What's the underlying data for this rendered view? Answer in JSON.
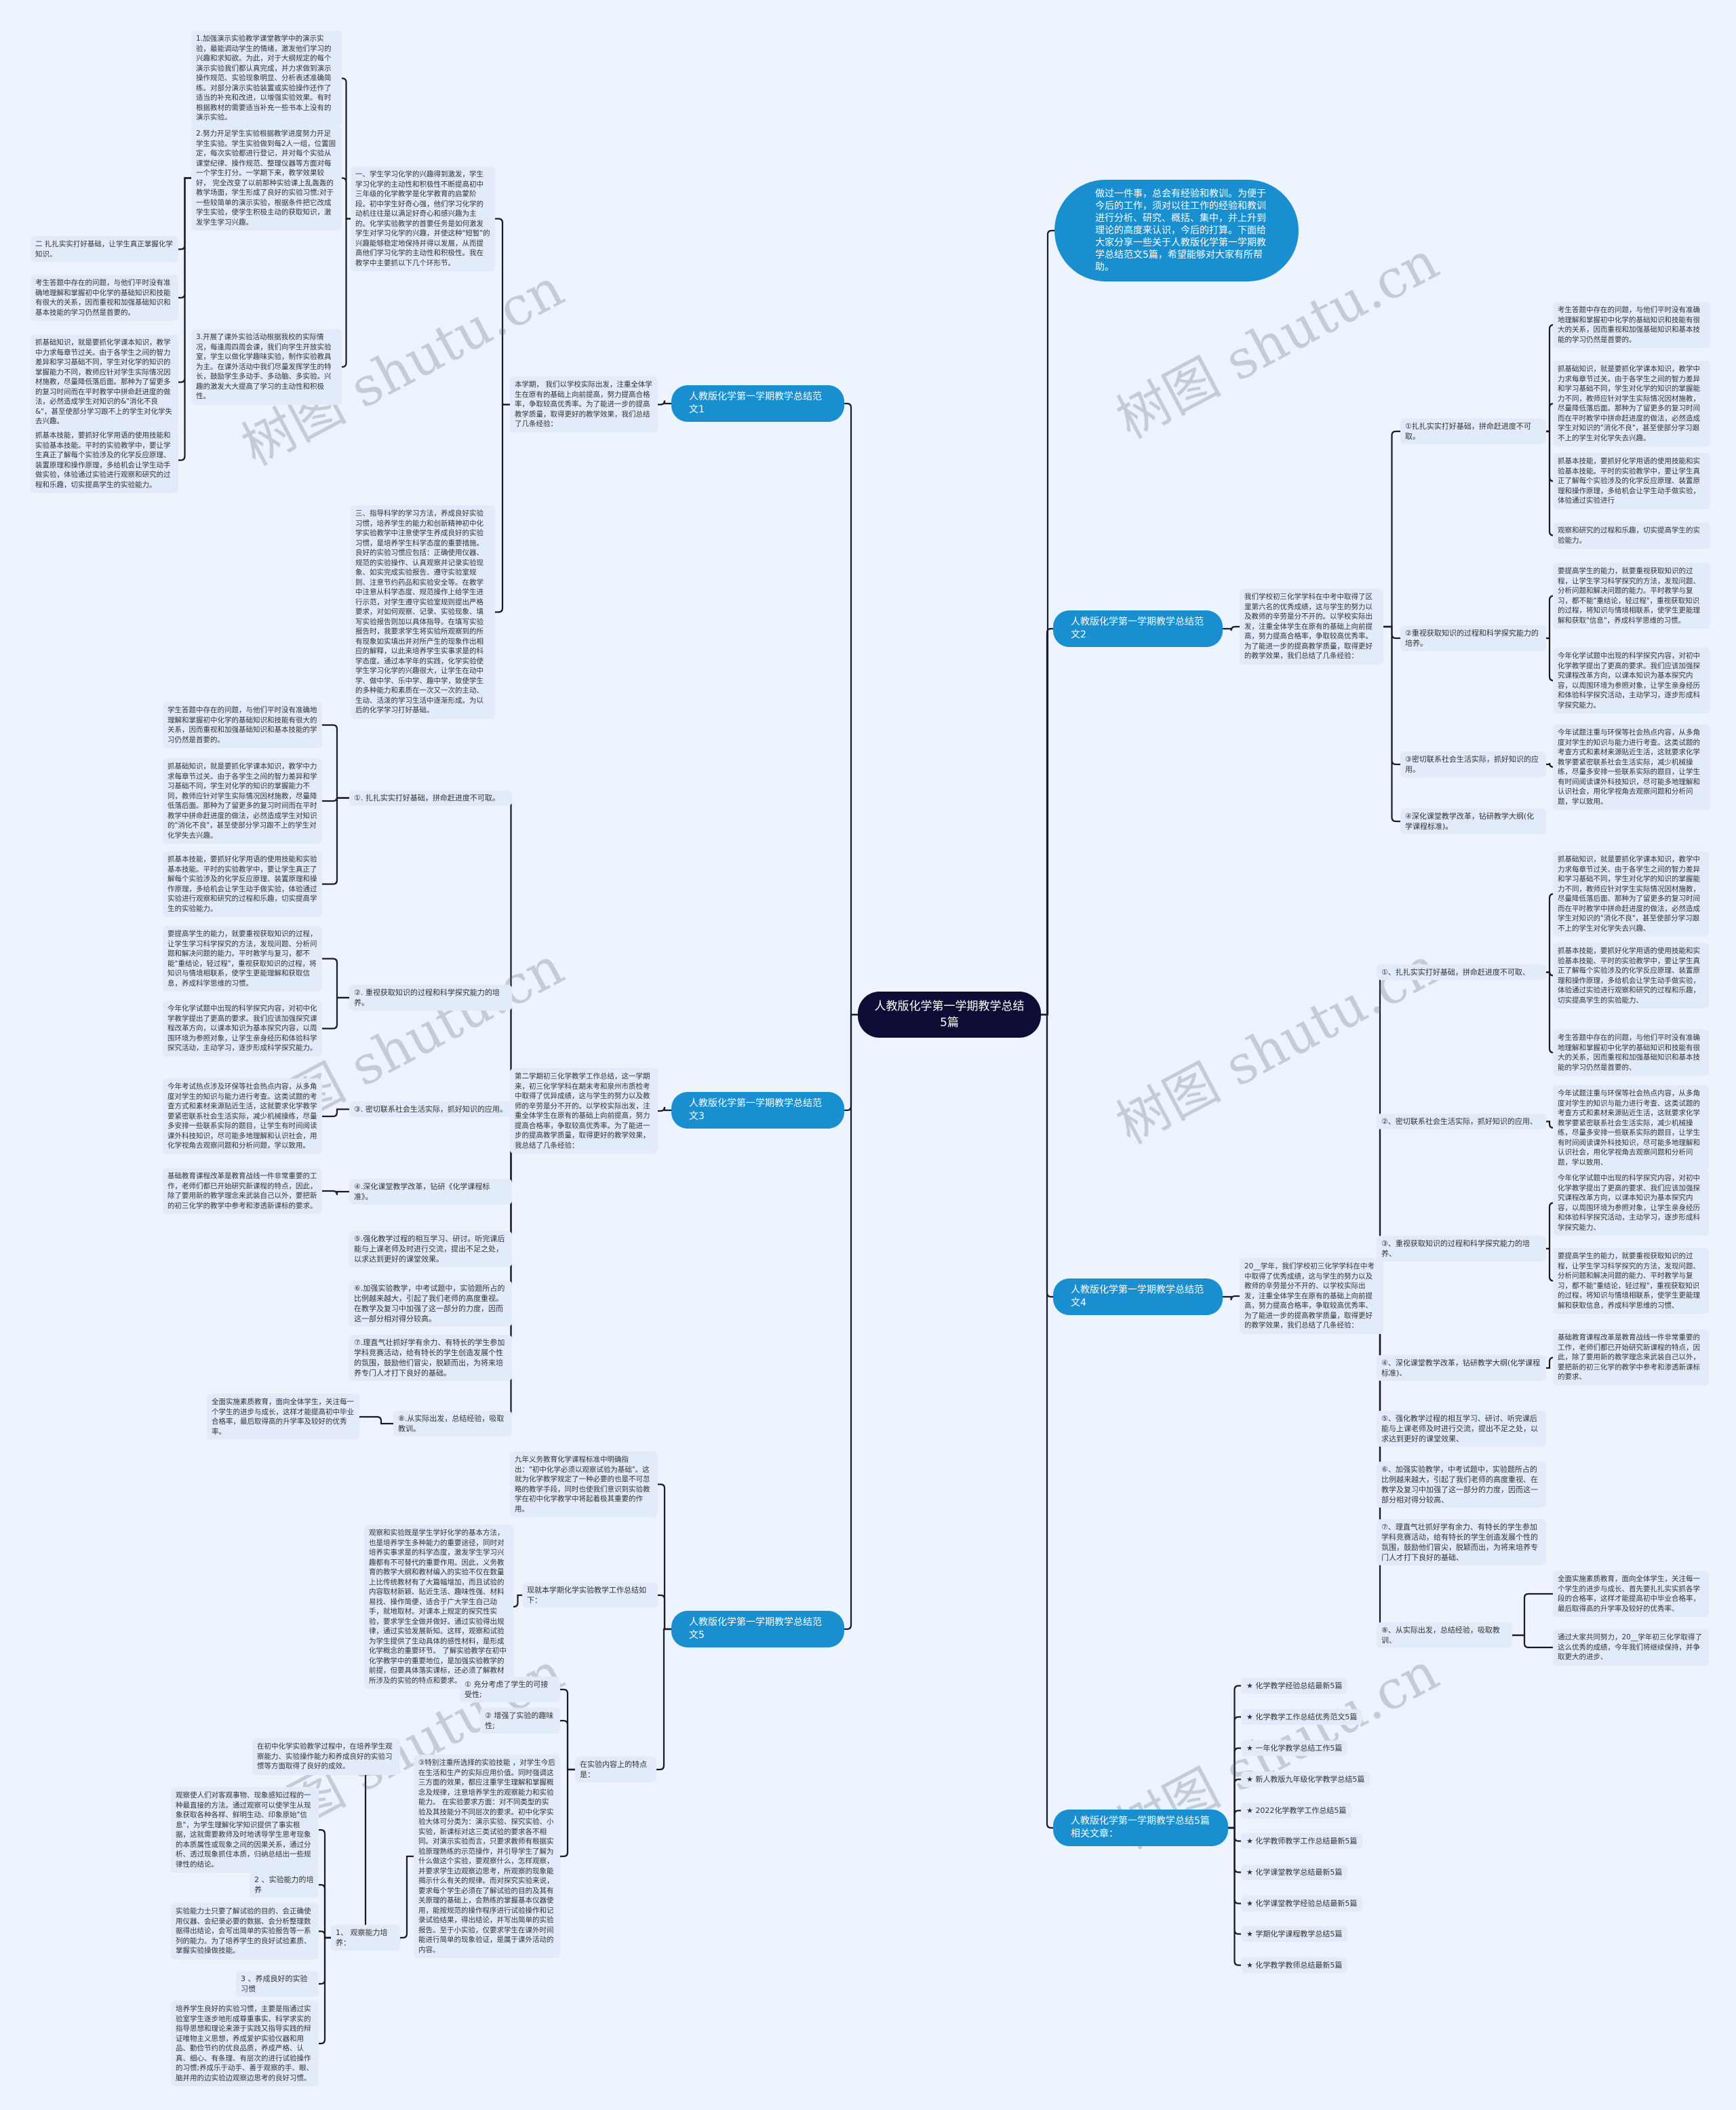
{
  "root": "人教版化学第一学期教学总结5篇",
  "intro": "做过一件事，总会有经验和教训。为便于今后的工作，须对以往工作的经验和教训进行分析、研究、概括、集中，并上升到理论的高度来认识，今后的打算。下面给大家分享一些关于人教版化学第一学期教学总结范文5篇，希望能够对大家有所帮助。",
  "watermark": "树图 shutu.cn",
  "b1": {
    "title": "人教版化学第一学期教学总结范文1",
    "intro": "本学期， 我们以学校实际出发，注重全体学生在原有的基础上向前提高，努力提高合格率，争取较高优秀率。为了能进一步的提高教学质量，取得更好的教学效果，我们总结了几条经验：",
    "c1": "一、学生学习化学的兴趣得到激发，学生学习化学的主动性和积极性不断提高初中三年级的化学教学是化学教育的启蒙阶段。初中学生好奇心强，他们学习化学的动机往往是以满足好奇心和感兴趣为主的。化学实验教学的首要任务是如何激发学生对学习化学的兴趣，并使这种\"短暂\"的兴趣能够稳定地保持并得以发展，从而提高他们学习化学的主动性和积极性。我在教学中主要抓以下几个环形节。",
    "c3": "三、指导科学的学习方法，养成良好实验习惯，培养学生的能力和创新精神初中化学实验教学中注意使学生养成良好的实验习惯，是培养学生科学态度的重要措施。良好的实验习惯应包括：正确使用仪器、规范的实验操作、认真观察并记录实验现象、如实完成实验报告、遵守实验室规则、注意节约药品和实验安全等。在教学中注意从科学态度、规范操作上给学生进行示范，对学生遵守实验室规则提出严格要求，对如何观察、记录、实验现象、填写实验报告则加以具体指导。在填写实验报告时，我要求学生将实验所观察到的所有现象如实填出并对所产生的现象作出相应的解释，以此来培养学生实事求是的科学态度。通过本学年的实践，化学实验使学生学习化学的兴趣很大，让学生在动中学、做中学、乐中学、趣中学，致使学生的多种能力和素质在一次又一次的主动、生动、活泼的学习生活中逐渐形成。为以后的化学学习打好基础。",
    "g1": "1.加强演示实验教学课堂教学中的演示实验，最能调动学生的情绪，激发他们学习的兴趣和求知欲。为此，对于大纲规定的每个演示实验我们都认真完成，并力求做到演示操作规范、实验现象明显、分析表述准确简练。对部分演示实验装置或实验操作还作了适当的补充和改进，以增强实验效果。有时根据教材的需要适当补充一些书本上没有的演示实验。",
    "g2": "2.努力开足学生实验根据教学进度努力开足学生实验。学生实验做到每2人一组，位置固定，每次实验都进行登记，并对每个实验从课堂纪律、操作规范、整理仪器等方面对每一个学生打分。一学期下来，教学效果较好， 完全改变了以前那种实验课上乱轰轰的教学场面，学生形成了良好的实验习惯;对于一些较简单的演示实验，根据条件把它改成学生实验，使学生积极主动的获取知识，激发学生学习兴趣。",
    "g3": "3.开展了课外实验活动根据我校的实际情况，每逢周四周会课，我们向学生开放实验室，学生以做化学趣味实验，制作实验教具为主。在课外活动中我们尽量发挥学生的特长，鼓励学生多动手、多动脑、多实验。兴趣的激发大大提高了学习的主动性和积极性。",
    "h0": "二 扎扎实实打好基础，让学生真正掌握化学知识。",
    "h1": "考生答题中存在的问题，与他们平时没有准确地理解和掌握初中化学的基础知识和技能有很大的关系，因而重视和加强基础知识和基本技能的学习仍然是首要的。",
    "h2": "抓基础知识，就是要抓化学课本知识，教学中力求每章节过关。由于各学生之间的智力差异和学习基础不同，学生对化学的知识的掌握能力不同，教师应针对学生实际情况因材施教，尽量降低落后面。那种为了留更多的复习时间而在平时教学中拼命赶进度的做法，必然造成学生对知识的&\"消化不良&\"，甚至使部分学习跟不上的学生对化学失去兴趣。",
    "h3": "抓基本技能，要抓好化学用语的使用技能和实验基本技能。平时的实验教学中，要让学生真正了解每个实验涉及的化学反应原理、装置原理和操作原理，多给机会让学生动手做实验，体验通过实验进行观察和研究的过程和乐趣，切实提高学生的实验能力。"
  },
  "b2": {
    "title": "人教版化学第一学期教学总结范文2",
    "intro": "我们学校初三化学学科在中考中取得了区里第六名的优秀成绩，这与学生的努力以及教师的辛劳是分不开的。以学校实际出发，注重全体学生在原有的基础上向前提高，努力提高合格率，争取较高优秀率。为了能进一步的提高教学质量，取得更好的教学效果，我们总结了几条经验：",
    "c1": "①扎扎实实打好基础，拼命赶进度不可取。",
    "c2": "②重视获取知识的过程和科学探究能力的培养。",
    "c3": "③密切联系社会生活实际，抓好知识的应用。",
    "c4": "④深化课堂教学改革，钻研教学大纲(化学课程标准)。",
    "l1": "考生答题中存在的问题，与他们平时没有准确地理解和掌握初中化学的基础知识和技能有很大的关系，因而重视和加强基础知识和基本技能的学习仍然是首要的。",
    "l2": "抓基础知识，就是要抓化学课本知识，教学中力求每章节过关。由于各学生之间的智力差异和学习基础不同，学生对化学的知识的掌握能力不同，教师应针对学生实际情况因材施教，尽量降低落后面。那种为了留更多的复习时间而在平时教学中拼命赶进度的做法，必然造成学生对知识的\"消化不良\"，甚至使部分学习跟不上的学生对化学失去兴趣。",
    "l3": "抓基本技能，要抓好化学用语的使用技能和实验基本技能。平时的实验教学中，要让学生真正了解每个实验涉及的化学反应原理、装置原理和操作原理，多给机会让学生动手做实验，体验通过实验进行",
    "l4": "观察和研究的过程和乐趣，切实提高学生的实验能力。",
    "l5": "要提高学生的能力，就要重视获取知识的过程，让学生学习科学探究的方法，发现问题、分析问题和解决问题的能力。平时教学与复习，都不能\"重结论，轻过程\"，重视获取知识的过程，将知识与情境相联系，使学生更能理解和获取\"信息\"，养成科学思维的习惯。",
    "l6": "今年化学试题中出现的科学探究内容，对初中化学教学提出了更高的要求。我们应该加强探究课程改革方向，以课本知识为基本探究内容，以周围环境为参照对象，让学生亲身经历和体验科学探究活动，主动学习，逐步形成科学探究能力。",
    "l7": "今年试题注重与环保等社会热点内容，从多角度对学生的知识与能力进行考查。这类试题的考查方式和素材来源贴近生活，这就要求化学教学要紧密联系社会生活实际，减少机械操练，尽量多安排一些联系实际的题目，让学生有时间阅读课外科技知识，尽可能多地理解和认识社会，用化学视角去观察问题和分析问题，学以致用。"
  },
  "b3": {
    "title": "人教版化学第一学期教学总结范文3",
    "intro": "第二学期初三化学教学工作总结，这一学期来，初三化学学科在期末考和泉州市质检考中取得了优异成绩，这与学生的努力以及教师的辛劳是分不开的。以学校实际出发，注重全体学生在原有的基础上向前提高，努力提高合格率，争取较高优秀率。为了能进一步的提高教学质量，取得更好的教学效果，我总结了几条经验：",
    "c1": "①. 扎扎实实打好基础，拼命赶进度不可取。",
    "c2": "②. 重视获取知识的过程和科学探究能力的培养。",
    "c3": "③. 密切联系社会生活实际，抓好知识的应用。",
    "c4": "④.深化课堂教学改革，钻研《化学课程标准》。",
    "c5": "⑤.强化教学过程的相互学习、研讨。听完课后能与上课老师及时进行交流，提出不足之处，以求达到更好的课堂效果。",
    "c6": "⑥.加强实验教学，中考试题中，实验题所占的比例越来越大，引起了我们老师的高度重视。在教学及复习中加强了这一部分的力度，因而这一部分相对得分较高。",
    "c7": "⑦.理直气壮抓好学有余力、有特长的学生参加学科竞赛活动，给有特长的学生创造发展个性的氛围，鼓励他们冒尖，脱颖而出，为将来培养专门人才打下良好的基础。",
    "c8": "⑧.从实际出发，总结经验，吸取教训。",
    "l1": "学生答题中存在的问题，与他们平时没有准确地理解和掌握初中化学的基础知识和技能有很大的关系，因而重视和加强基础知识和基本技能的学习仍然是首要的。",
    "l2": "抓基础知识，就是要抓化学课本知识，教学中力求每章节过关。由于各学生之间的智力差异和学习基础不同，学生对化学的知识的掌握能力不同，教师应针对学生实际情况因材施教，尽量降低落后面。那种为了留更多的复习时间而在平时教学中拼命赶进度的做法，必然造成学生对知识的\"消化不良\"，甚至使部分学习跟不上的学生对化学失去兴趣。",
    "l3": "抓基本技能，要抓好化学用语的使用技能和实验基本技能。平时的实验教学中，要让学生真正了解每个实验涉及的化学反应原理、装置原理和操作原理，多给机会让学生动手做实验，体验通过实验进行观察和研究的过程和乐趣，切实提高学生的实验能力。",
    "l4": "要提高学生的能力，就要重视获取知识的过程，让学生学习科学探究的方法，发现问题、分析问题和解决问题的能力。平时教学与复习，都不能\"重结论，轻过程\"，重视获取知识的过程，将知识与情境相联系，使学生更能理解和获取信息，养成科学思维的习惯。",
    "l5": "今年化学试题中出现的科学探究内容，对初中化学教学提出了更高的要求。我们应该加强探究课程改革方向，以课本知识为基本探究内容，以周围环境为参照对象，让学生亲身经历和体验科学探究活动，主动学习，逐步形成科学探究能力。",
    "l6": "今年考试热点涉及环保等社会热点内容，从多角度对学生的知识与能力进行考查。这类试题的考查方式和素材来源贴近生活，这就要求化学教学要紧密联系社会生活实际，减少机械操练，尽量多安排一些联系实际的题目，让学生有时间阅读课外科技知识，尽可能多地理解和认识社会，用化学视角去观察问题和分析问题，学以致用。",
    "l7": "基础教育课程改革是教育战线一件非常重要的工作，老师们都已开始研究新课程的特点，因此，除了要用新的教学理念来武装自己以外，要把新的初三化学的教学中参考和渗透新课标的要求。",
    "l8": "全面实施素质教育，面向全体学生，关注每一个学生的进步与成长，这样才能提高初中毕业合格率，最后取得高的升学率及较好的优秀率。"
  },
  "b4": {
    "title": "人教版化学第一学期教学总结范文4",
    "intro": "20__学年，我们学校初三化学学科在中考中取得了优秀成绩，这与学生的努力以及教师的辛劳是分不开的、以学校实际出发，注重全体学生在原有的基础上向前提高，努力提高合格率，争取较高优秀率、为了能进一步的提高教学质量，取得更好的教学效果，我们总结了几条经验：",
    "c1": "①、扎扎实实打好基础，拼命赶进度不可取、",
    "c2": "②、密切联系社会生活实际，抓好知识的应用、",
    "c3": "③、重视获取知识的过程和科学探究能力的培养、",
    "c4": "④、深化课堂教学改革，钻研教学大纲(化学课程标准)、",
    "c5": "⑤、强化教学过程的相互学习、研讨、听完课后能与上课老师及时进行交流，提出不足之处，以求达到更好的课堂效果、",
    "c6": "⑥、加强实验教学，中考试题中，实验题所占的比例越来越大，引起了我们老师的高度重视、在教学及复习中加强了这一部分的力度，因而这一部分相对得分较高、",
    "c7": "⑦、理直气壮抓好学有余力、有特长的学生参加学科竞赛活动，给有特长的学生创造发展个性的氛围，鼓励他们冒尖，脱颖而出，为将来培养专门人才打下良好的基础、",
    "c8": "⑧、从实际出发，总结经验，吸取教训、",
    "l1": "抓基础知识，就是要抓化学课本知识，教学中力求每章节过关、由于各学生之间的智力差异和学习基础不同，学生对化学的知识的掌握能力不同，教师应针对学生实际情况因材施教，尽量降低落后面、那种为了留更多的复习时间而在平时教学中拼命赶进度的做法，必然造成学生对知识的\"消化不良\"，甚至使部分学习跟不上的学生对化学失去兴趣、",
    "l2": "抓基本技能，要抓好化学用语的使用技能和实验基本技能、平时的实验教学中，要让学生真正了解每个实验涉及的化学反应原理、装置原理和操作原理，多给机会让学生动手做实验，体验通过实验进行观察和研究的过程和乐趣，切实提高学生的实验能力、",
    "l3": "考生答题中存在的问题，与他们平时没有准确地理解和掌握初中化学的基础知识和技能有很大的关系，因而重视和加强基础知识和基本技能的学习仍然是首要的、",
    "l4": "今年试题注重与环保等社会热点内容，从多角度对学生的知识与能力进行考查、这类试题的考查方式和素材来源贴近生活，这就要求化学教学要紧密联系社会生活实际，减少机械操练，尽量多安排一些联系实际的题目，让学生有时间阅读课外科技知识，尽可能多地理解和认识社会，用化学视角去观察问题和分析问题，学以致用、",
    "l5": "今年化学试题中出现的科学探究内容，对初中化学教学提出了更高的要求、我们应该加强探究课程改革方向，以课本知识为基本探究内容，以周围环境为参照对象，让学生亲身经历和体验科学探究活动，主动学习，逐步形成科学探究能力、",
    "l6": "要提高学生的能力，就要重视获取知识的过程，让学生学习科学探究的方法，发现问题、分析问题和解决问题的能力、平时教学与复习，都不能\"重结论，轻过程\"，重视获取知识的过程，将知识与情境相联系，使学生更能理解和获取信息，养成科学思维的习惯、",
    "l7": "基础教育课程改革是教育战线一件非常重要的工作，老师们都已开始研究新课程的特点，因此，除了要用新的教学理念来武装自己以外，要把新的初三化学的教学中参考和渗透新课标的要求、",
    "l8": "全面实施素质教育，面向全体学生，关注每一个学生的进步与成长、首先要扎扎实实抓各学段的合格率，这样才能提高初中毕业合格率，最后取得高的升学率及较好的优秀率、",
    "l9": "通过大家共同努力，20__学年初三化学取得了这么优秀的成绩，今年我们将继续保持，并争取更大的进步、"
  },
  "b5": {
    "title": "人教版化学第一学期教学总结范文5",
    "a": "九年义务教育化学课程标准中明确指出：\"初中化学必须以观察试验为基础\"。这就为化学教学规定了一种必要的也是不可忽略的教学手段，同时也使我们意识到实验教学在初中化学教学中将起着极其重要的作用。",
    "b": "现就本学期化学实验教学工作总结如下：",
    "b1": "观察和实验既是学生学好化学的基本方法，也是培养学生多种能力的重要途径，同时对培养实事求是的科学态度，激发学生学习兴趣都有不可替代的重要作用。因此，义务教育的教学大纲和教材编入的实验不仅在数量上比传统教材有了大篇幅增加，而且试验的内容取材新颖、贴近生活、趣味性强、材料易找、操作简便，适合于广大学生自己动手，就地取材。对课本上规定的探究性实验，要求学生全做并做好。通过实验得出规律，通过实验发展新知。这样，观察和试验为学生提供了生动具体的感性材料，是形成化学概念的重要环节。 了解实验教学在初中化学教学中的重要地位，是加强实验教学的前提，但要具体落实课标，还必须了解教材所涉及的实验的特点和要求。",
    "c": "在实验内容上的特点是：",
    "c1": "① 充分考虑了学生的可接受性;",
    "c2": "② 增强了实验的趣味性;",
    "c3": "③特别注重所选择的实验技能 ，对学生今后在生活和生产的实际应用价值。同时强调这三方面的效果，都应注重学生理解和掌握概念及规律，注意培养学生的观察能力和实验能力。 在实验要求方面：对不同类型的实验及其技能分不同层次的要求。初中化学实验大体可分类为：演示实验、探究实验、小实验，新课标对这三类试验的要求各不相同。对演示实验而言，只要求教师有根据实验原理熟练的示范操作，并引导学生了解为什么做这个实验，要观察什么，怎样观察，并要求学生边观察边思考，所观察的现象能揭示什么有关的规律。而对探究实验来说，要求每个学生必须在了解试验的目的及其有关原理的基础上，会熟练的掌握基本仪器使用，能按规范的操作程序进行试验操作和记录试验结果，得出结论，并写出简单的实验报告。至于小实验，仅要求学生在课外时间能进行简单的现象验证，是属于课外活动的内容。",
    "d": "1、 观察能力培养：",
    "d1": "在初中化学实验教学过程中，在培养学生观察能力、实验操作能力和养成良好的实验习惯等方面取得了良好的成效。",
    "d2": "观察使人们对客观事物、现象感知过程的一种最直接的方法。通过观察可以使学生从现象获取各种各样、鲜明生动、印象原始\"信息\"，为学生理解化学知识提供了事实根据，这就需要教师及时地诱导学生思考现象的本质属性或现象之间的因果关系，通过分析、透过现象抓住本质，归纳总结出一些规律性的结论。",
    "d3": "2 、实验能力的培养",
    "d4": "实验能力士只要了解试验的目的、会正确使用仪器、会纪录必要的数据、会分析整理数据得出结论，会写出简单的实验报告等一系列的能力。为了培养学生的良好试验素质、掌握实验操做技能。",
    "d5": "3 、养成良好的实验习惯",
    "d6": "培养学生良好的实验习惯，主要是指通过实验室学生逐步地形成尊重事实、科学求实的指导思想和理论来源于实践又指导实践的辩证唯物主义思想，养成爱护实验仪器和用品、勤俭节约的优良品质，养成严格、认真、细心、有条理、有层次的进行试验操作的习惯;养成乐于动手、善于观察的手、眼、脑并用的边实验边观察边思考的良好习惯。"
  },
  "related": {
    "title": "人教版化学第一学期教学总结5篇相关文章：",
    "star": "★",
    "items": [
      "化学教学经验总结最新5篇",
      "化学教学工作总结优秀范文5篇",
      "一年化学教学总结工作5篇",
      "新人教版九年级化学教学总结5篇",
      "2022化学教学工作总结5篇",
      "化学教师教学工作总结最新5篇",
      "化学课堂教学总结最新5篇",
      "化学课堂教学经验总结最新5篇",
      "学期化学课程教学总结5篇",
      "化学教学教师总结最新5篇"
    ]
  },
  "colors": {
    "background": "#eef4fe",
    "branch": "#1a8fd0",
    "root": "#0e0b35",
    "leaf": "#e2ebfa",
    "line": "#1a1a2a"
  }
}
